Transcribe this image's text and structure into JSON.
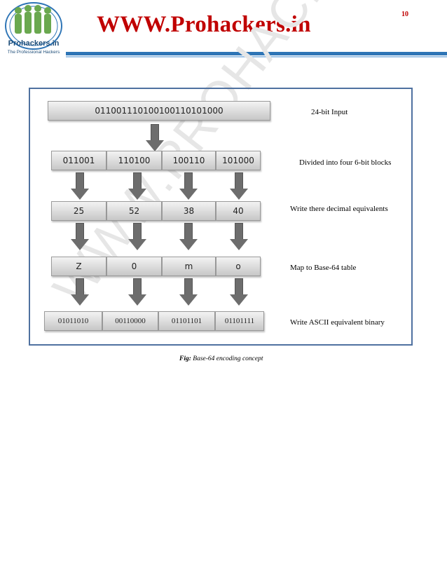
{
  "header": {
    "site_title": "WWW.Prohackers.in",
    "page_number": "10",
    "logo_name": "Prohackers.in",
    "logo_tagline": "The Professional Hackers"
  },
  "watermark": "WWW.PROHACKERS.IN",
  "figure": {
    "input_bits": "011001110100100110101000",
    "blocks": [
      "011001",
      "110100",
      "100110",
      "101000"
    ],
    "decimals": [
      "25",
      "52",
      "38",
      "40"
    ],
    "chars": [
      "Z",
      "0",
      "m",
      "o"
    ],
    "ascii": [
      "01011010",
      "00110000",
      "01101101",
      "01101111"
    ],
    "steps": {
      "input": "24-bit Input",
      "divide": "Divided into four 6-bit blocks",
      "decimal": "Write there decimal equivalents",
      "map": "Map to Base-64 table",
      "ascii": "Write ASCII equivalent binary"
    }
  },
  "caption": {
    "prefix": "Fig:",
    "text": " Base-64 encoding concept"
  },
  "colors": {
    "title_red": "#c00000",
    "rule_blue": "#2e75b6",
    "frame_blue": "#4f71a0",
    "arrow_gray": "#6d6d6d"
  }
}
